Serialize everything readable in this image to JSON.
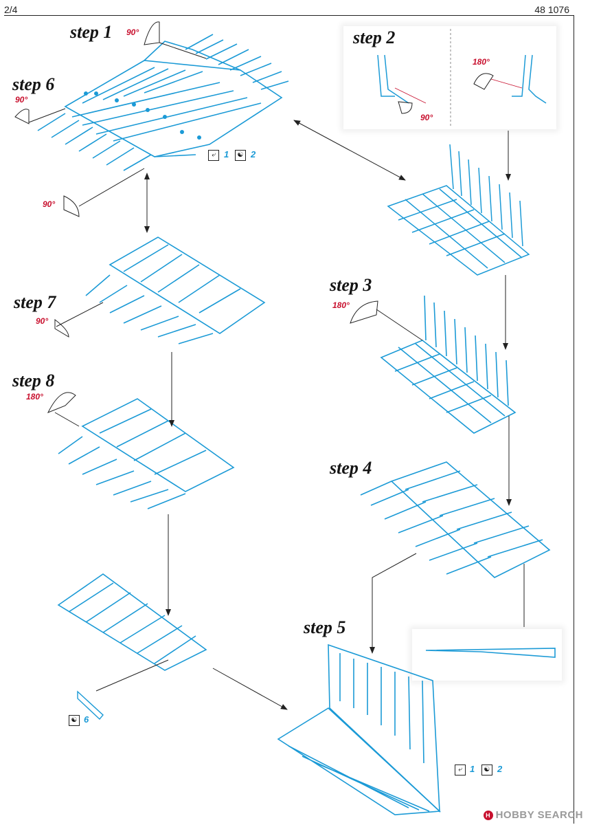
{
  "header": {
    "page": "2/4",
    "set_number": "48 1076"
  },
  "steps": {
    "s1": "step 1",
    "s2": "step 2",
    "s3": "step 3",
    "s4": "step 4",
    "s5": "step 5",
    "s6": "step 6",
    "s7": "step 7",
    "s8": "step 8"
  },
  "angles": {
    "a1": "90°",
    "a2a": "180°",
    "a2b": "90°",
    "a3": "180°",
    "a6": "90°",
    "a6b": "90°",
    "a7": "90°",
    "a8": "180°"
  },
  "parts": {
    "p1a": "1",
    "p1b": "2",
    "p5a": "1",
    "p5b": "2",
    "p6": "6"
  },
  "icons": {
    "bend": "bend-icon",
    "fold": "fold-icon"
  },
  "colors": {
    "etch": "#1b9ad6",
    "angle": "#c8102e"
  },
  "watermark": "HOBBY SEARCH"
}
